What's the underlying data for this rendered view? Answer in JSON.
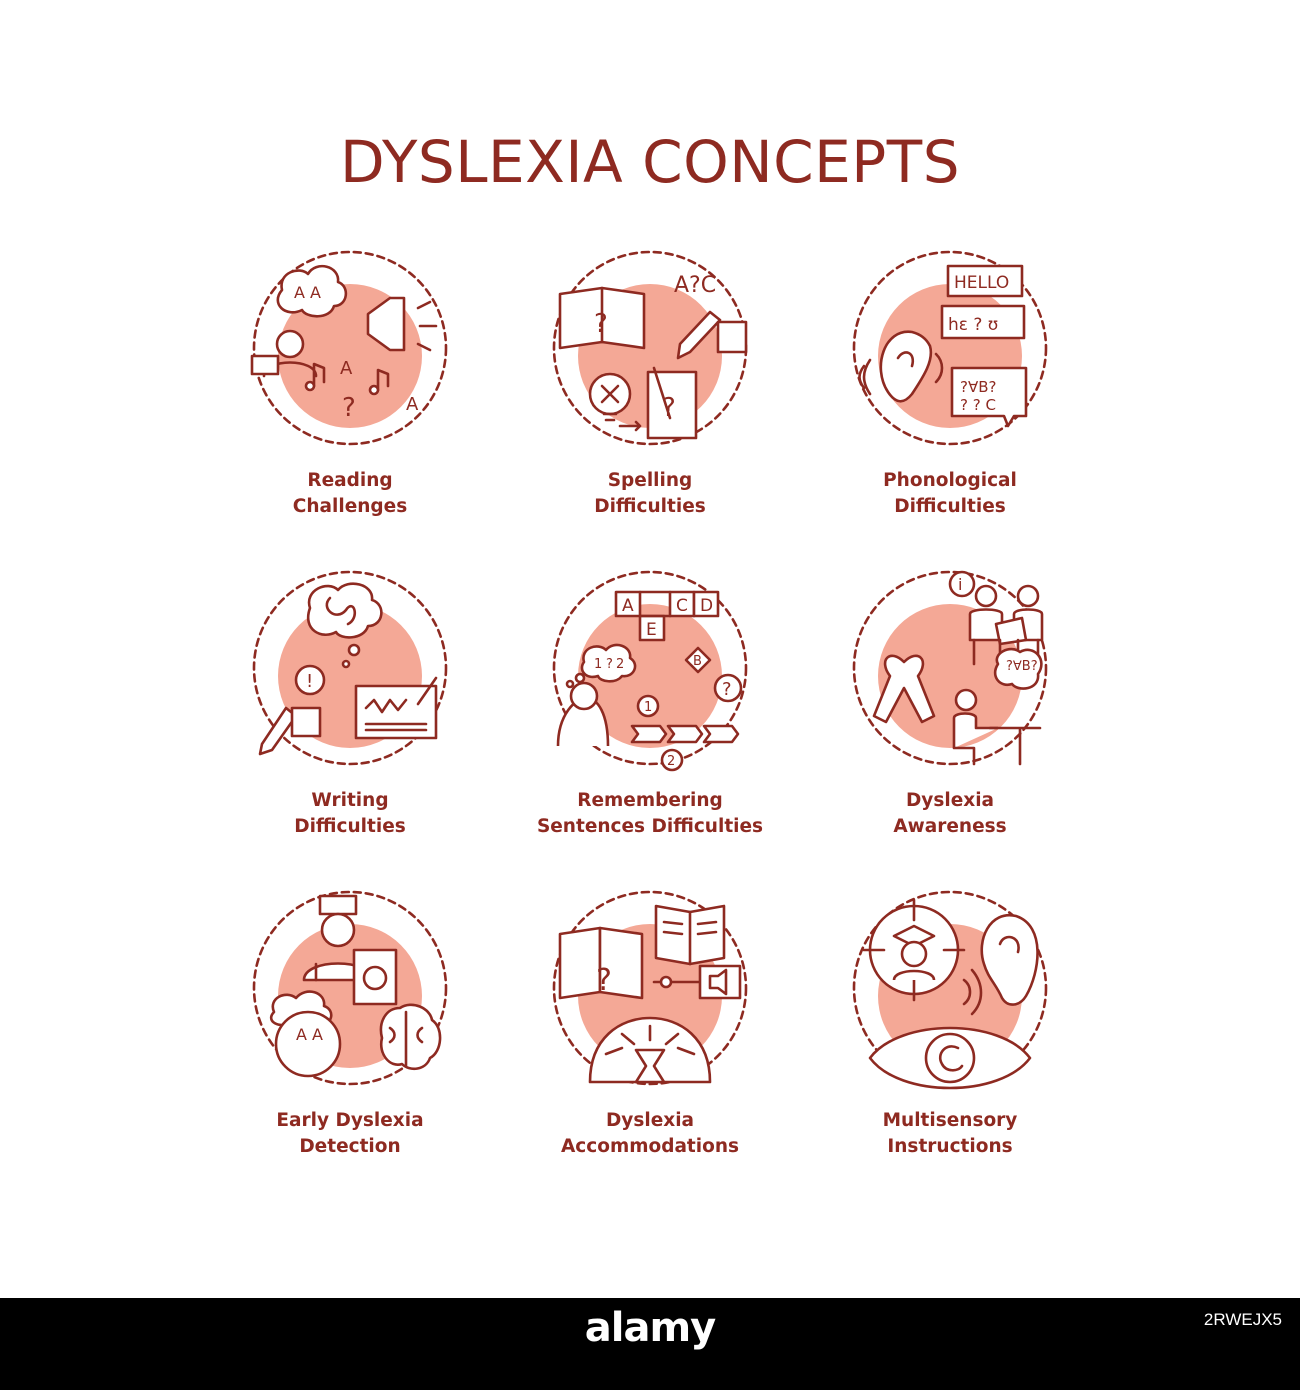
{
  "title": "DYSLEXIA CONCEPTS",
  "colors": {
    "accent": "#8e2a21",
    "blob": "#f4a896",
    "background": "#ffffff"
  },
  "concepts": [
    {
      "icon": "reading-challenges-icon",
      "lines": [
        "Reading",
        "Challenges"
      ]
    },
    {
      "icon": "spelling-difficulties-icon",
      "lines": [
        "Spelling",
        "Difficulties"
      ]
    },
    {
      "icon": "phonological-difficulties-icon",
      "lines": [
        "Phonological",
        "Difficulties"
      ]
    },
    {
      "icon": "writing-difficulties-icon",
      "lines": [
        "Writing",
        "Difficulties"
      ]
    },
    {
      "icon": "remembering-sentences-icon",
      "lines": [
        "Remembering",
        "Sentences Difficulties"
      ]
    },
    {
      "icon": "dyslexia-awareness-icon",
      "lines": [
        "Dyslexia",
        "Awareness"
      ]
    },
    {
      "icon": "early-detection-icon",
      "lines": [
        "Early Dyslexia",
        "Detection"
      ]
    },
    {
      "icon": "accommodations-icon",
      "lines": [
        "Dyslexia",
        "Accommodations"
      ]
    },
    {
      "icon": "multisensory-icon",
      "lines": [
        "Multisensory",
        "Instructions"
      ]
    }
  ],
  "glyphs": {
    "abc": "A?C",
    "hello": "HELLO",
    "garbled": "hɛ ? ʊ",
    "vb": "?∀B?",
    "qc": "? ? C",
    "question": "?",
    "cross_a": "A",
    "cross_c": "C",
    "cross_d": "D",
    "cross_e": "E",
    "cross_b": "B",
    "num1": "1",
    "num2": "2",
    "info": "i",
    "exclaim": "!",
    "aa": "A A"
  },
  "footer": {
    "logo": "alamy",
    "image_id": "2RWEJX5"
  }
}
